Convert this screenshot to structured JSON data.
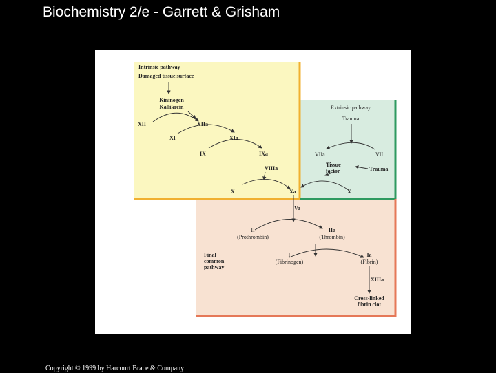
{
  "slide": {
    "title": "Biochemistry 2/e - Garrett & Grisham",
    "copyright": "Copyright © 1999 by Harcourt Brace & Company"
  },
  "colors": {
    "background": "#000000",
    "intrinsic_panel": "#fbf7c0",
    "intrinsic_border": "#f0b030",
    "extrinsic_panel": "#d8ece0",
    "extrinsic_border": "#2e9a60",
    "common_panel": "#f8e2d2",
    "common_border": "#e57858"
  },
  "diagram": {
    "intrinsic": {
      "title": "Intrinsic pathway",
      "damaged_surface": "Damaged tissue surface",
      "kininogen": "Kininogen",
      "kallikrein": "Kallikrein",
      "xii": "XII",
      "xiia": "XIIa",
      "xi": "XI",
      "xia": "XIa",
      "ix": "IX",
      "ixa": "IXa",
      "viiia": "VIIIa",
      "x": "X"
    },
    "extrinsic": {
      "title": "Extrinsic pathway",
      "trauma_top": "Trauma",
      "viia": "VIIa",
      "vii": "VII",
      "tissue_factor": "Tissue\nfactor",
      "trauma_side": "Trauma",
      "x": "X"
    },
    "common": {
      "xa": "Xa",
      "va": "Va",
      "ii": "II",
      "prothrombin": "(Prothrombin)",
      "iia": "IIa",
      "thrombin": "(Thrombin)",
      "final_common": "Final\ncommon\npathway",
      "i": "I",
      "fibrinogen": "(Fibrinogen)",
      "ia": "Ia",
      "fibrin": "(Fibrin)",
      "xiiia": "XIIIa",
      "clot": "Cross-linked\nfibrin clot"
    }
  }
}
